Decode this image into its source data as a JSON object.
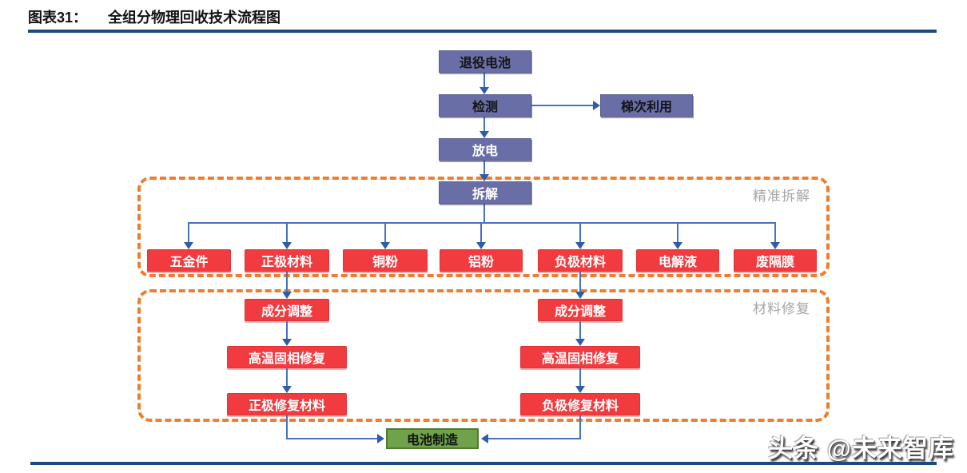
{
  "header": {
    "figure_label": "图表31：",
    "title": "全组分物理回收技术流程图"
  },
  "flowchart": {
    "nodes": {
      "retired_battery": "退役电池",
      "inspection": "检测",
      "cascade_use": "梯次利用",
      "discharge": "放电",
      "disassembly": "拆解"
    },
    "stages": {
      "precise_disassembly": "精准拆解",
      "material_repair": "材料修复"
    },
    "disassembly_outputs": [
      "五金件",
      "正极材料",
      "铜粉",
      "铝粉",
      "负极材料",
      "电解液",
      "废隔膜"
    ],
    "cathode_repair_chain": [
      "成分调整",
      "高温固相修复",
      "正极修复材料"
    ],
    "anode_repair_chain": [
      "成分调整",
      "高温固相修复",
      "负极修复材料"
    ],
    "final_node": "电池制造"
  },
  "watermark": "头条 @未来智库",
  "colors": {
    "node_slate": "#6A6EA7",
    "node_red": "#F23B3E",
    "node_green": "#6FA24B",
    "connector_blue": "#4472C4",
    "dashed_orange": "#EE7D2E",
    "rule_navy": "#1B4B7E"
  }
}
